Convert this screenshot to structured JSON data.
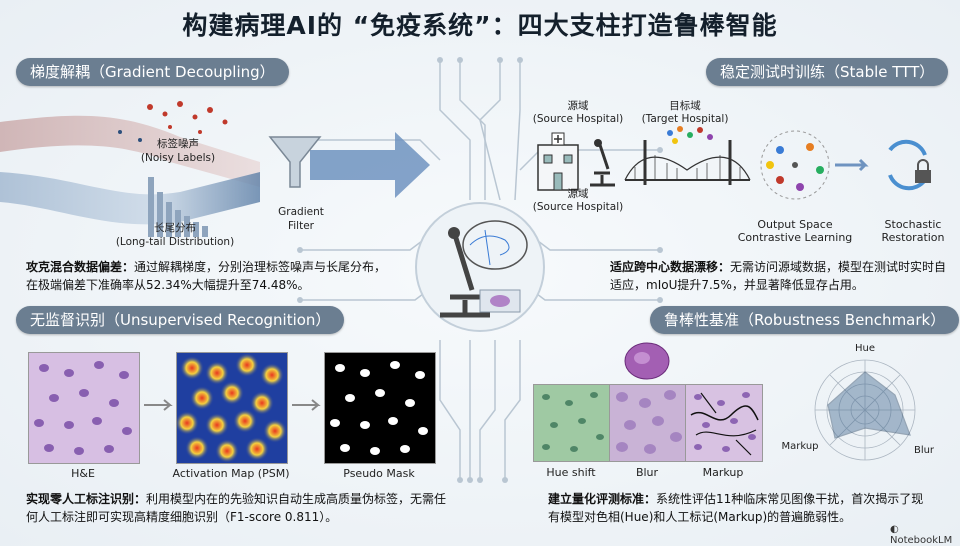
{
  "title": "构建病理AI的 “免疫系统”：四大支柱打造鲁棒智能",
  "sections": {
    "gradient": {
      "heading": "梯度解耦（Gradient Decoupling）",
      "noisy_cn": "标签噪声",
      "noisy_en": "(Noisy Labels)",
      "longtail_cn": "长尾分布",
      "longtail_en": "(Long-tail Distribution)",
      "filter_1": "Gradient",
      "filter_2": "Filter",
      "desc_bold": "攻克混合数据偏差：",
      "desc_text": "通过解耦梯度，分别治理标签噪声与长尾分布，在极端偏差下准确率从52.34%大幅提升至74.48%。"
    },
    "ttt": {
      "heading": "稳定测试时训练（Stable TTT）",
      "source_cn": "源域",
      "source_en": "(Source Hospital)",
      "target_cn": "目标域",
      "target_en": "(Target Hospital)",
      "source2_cn": "源域",
      "source2_en": "(Source Hospital)",
      "ospace_1": "Output Space",
      "ospace_2": "Contrastive Learning",
      "stoch_1": "Stochastic",
      "stoch_2": "Restoration",
      "desc_bold": "适应跨中心数据漂移：",
      "desc_text": "无需访问源域数据，模型在测试时实时自适应，mIoU提升7.5%，并显著降低显存占用。"
    },
    "unsup": {
      "heading": "无监督识别（Unsupervised Recognition）",
      "img1": "H&E",
      "img2": "Activation Map (PSM)",
      "img3": "Pseudo Mask",
      "desc_bold": "实现零人工标注识别：",
      "desc_text": "利用模型内在的先验知识自动生成高质量伪标签，无需任何人工标注即可实现高精度细胞识别（F1-score 0.811）。"
    },
    "robust": {
      "heading": "鲁棒性基准（Robustness Benchmark）",
      "img1": "Hue shift",
      "img2": "Blur",
      "img3": "Markup",
      "radar_top": "Hue",
      "radar_left": "Markup",
      "radar_right": "Blur",
      "desc_bold": "建立量化评测标准：",
      "desc_text": "系统性评估11种临床常见图像干扰，首次揭示了现有模型对色相(Hue)和人工标记(Markup)的普遍脆弱性。"
    }
  },
  "watermark": "NotebookLM"
}
